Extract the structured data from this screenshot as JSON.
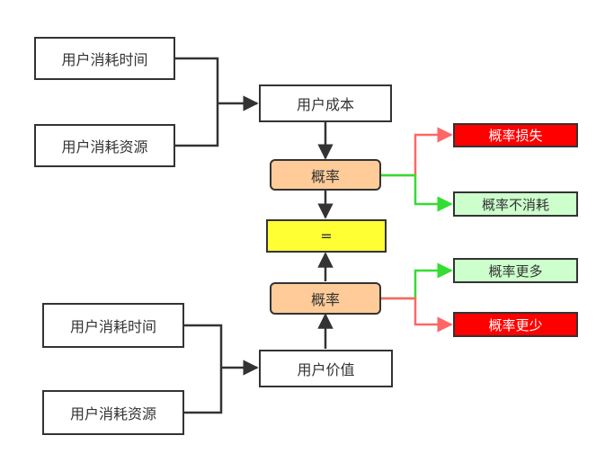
{
  "nodes": {
    "top_time": "用户消耗时间",
    "top_resource": "用户消耗资源",
    "cost": "用户成本",
    "prob_top": "概率",
    "equals": "=",
    "prob_bottom": "概率",
    "value": "用户价值",
    "bottom_time": "用户消耗时间",
    "bottom_resource": "用户消耗资源",
    "prob_loss": "概率损失",
    "prob_no_consume": "概率不消耗",
    "prob_more": "概率更多",
    "prob_less": "概率更少"
  },
  "colors": {
    "orange_fill": "#ffcc99",
    "yellow_fill": "#ffff33",
    "red_fill": "#ff0000",
    "green_fill": "#ccffcc",
    "green_edge": "#33dd33",
    "red_edge": "#ff6666",
    "dark_edge": "#333333"
  }
}
